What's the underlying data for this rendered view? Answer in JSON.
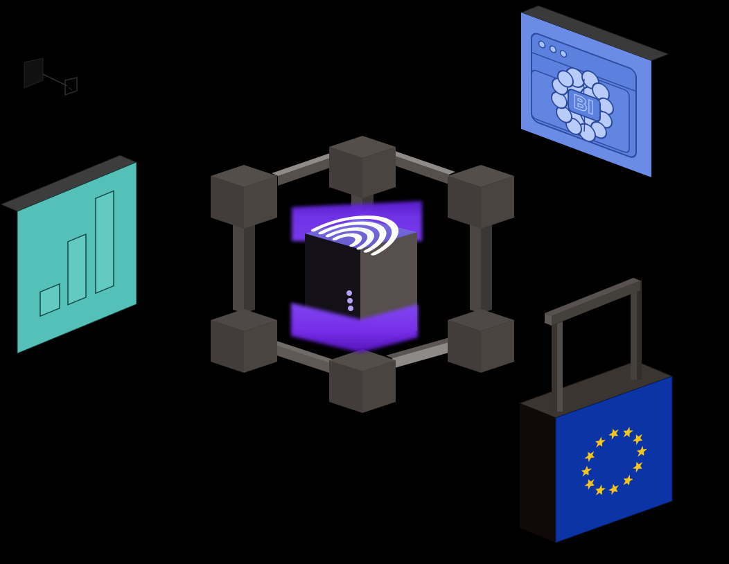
{
  "scene": {
    "background_color": "#000000",
    "kind": "isometric-illustration"
  },
  "connector_glyph": {
    "icon": "projector-link-icon",
    "color": "#141414",
    "line_color": "#333333"
  },
  "analytics_board": {
    "icon": "bar-chart-board",
    "board_color": "#55c0b8",
    "bar_color": "#63cac1",
    "edge_color": "#3d3d3d",
    "bar_count": 3
  },
  "data_cube": {
    "icon": "wifi-signal-arcs",
    "glow_color": "#7434ee",
    "glow_bottom_color": "#7a2ff0",
    "top_color": "#7a6ee4",
    "top_color_dark": "#665ac9",
    "front_color": "#131018",
    "side_color": "#564f4d",
    "dot_color": "#b4a3f5",
    "arc_count": 4,
    "dot_count": 3,
    "cage_color_light": "#8e8b89",
    "cage_color_dark": "#423d3a"
  },
  "bi_window": {
    "cloud_label": "BI",
    "icon": "cloud-brain-bi-icon",
    "panel_color": "#6a8ce6",
    "window_color": "#5b80de",
    "folder_color": "#6285e1",
    "cloud_color": "#b9cbf8",
    "outline_color": "#2c4a9e",
    "dot_color": "#a9c0f4",
    "titlebar_dot_count": 3,
    "edge_color": "#3a3a3a"
  },
  "gdpr_lock": {
    "icon": "eu-flag-padlock",
    "flag_color": "#0b34a6",
    "star_color": "#f2c41d",
    "star_count": 12,
    "frame_color": "#44403b",
    "body_top_color": "#3a3530",
    "body_side_color": "#0f0a07"
  }
}
